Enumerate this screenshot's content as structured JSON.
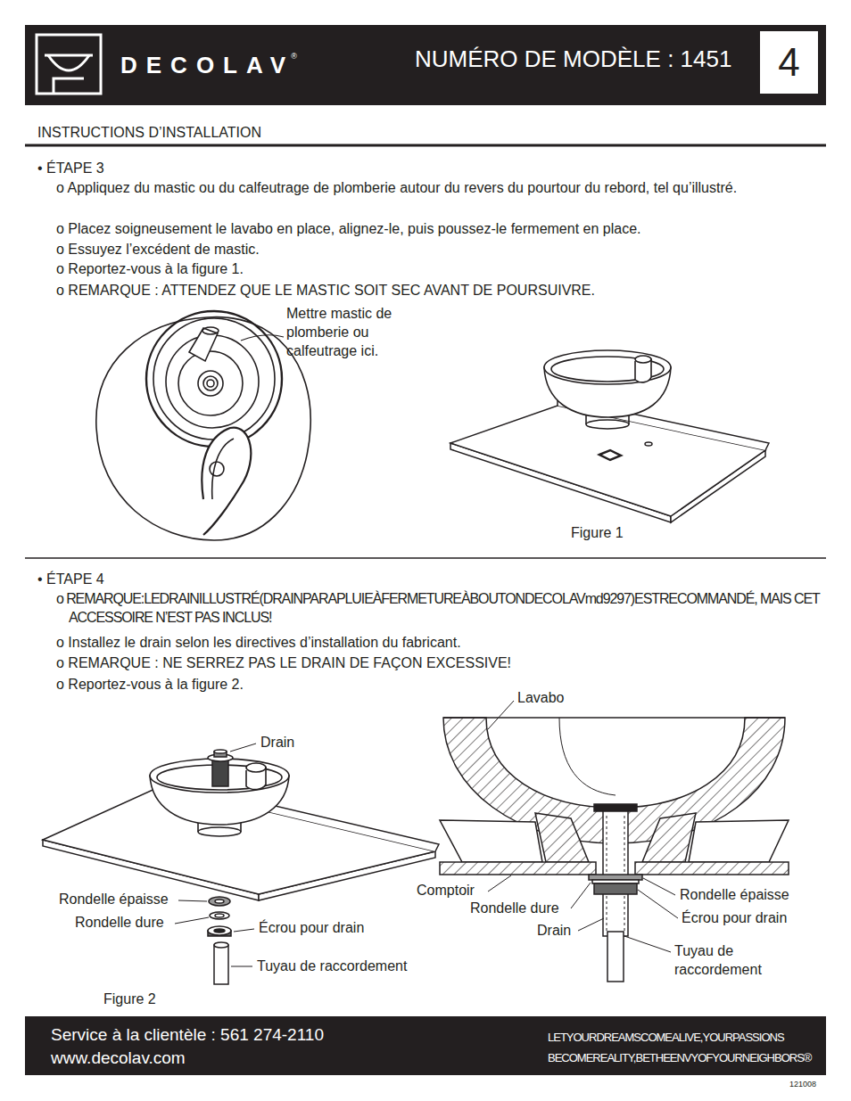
{
  "diagram": {
    "title": "NUMÉRO DE MODÈLE : 1451",
    "nodes": [
      {
        "text": [
          "DECOLAV",
          "®"
        ]
      },
      {
        "text": [
          "4"
        ],
        "in": 0
      },
      {
        "text": [
          "Service à la clientèle : 561 274-2110",
          "www.decolav.com",
          "LETYOURDREAMSCOMEALIVE,YOURPASSIONS BECOMEREALITY,BETHEENVYOFYOURNEIGHBORS®"
        ]
      }
    ],
    "labels": [
      "INSTRUCTIONS D’INSTALLATION",
      "• ÉTAPE 3",
      "o Appliquez du mastic ou du calfeutrage de plomberie autour du revers du pourtour du rebord, tel qu’illustré.",
      "o Placez soigneusement le lavabo en place, alignez-le, puis poussez-le fermement en place.",
      "o Essuyez l’excédent de mastic.",
      "o Reportez-vous à la figure 1.",
      "o REMARQUE : ATTENDEZ QUE LE MASTIC SOIT SEC AVANT DE POURSUIVRE.",
      "Mettre mastic de plomberie ou calfeutrage ici.",
      "Figure 1",
      "• ÉTAPE 4",
      "o REMARQUE:LEDRAINILLUSTRÉ(DRAINPARAPLUIEÀFERMETUREÀBOUTONDECOLAVmd9297)ESTRECOMMANDÉ, MAIS CET ACCESSOIRE N’EST PAS INCLUS!",
      "o Installez le drain selon les directives d’installation du fabricant.",
      "o REMARQUE : NE SERREZ PAS LE DRAIN DE FAÇON EXCESSIVE!",
      "o Reportez-vous à la figure 2.",
      "Drain",
      "Rondelle épaisse",
      "Rondelle dure",
      "Écrou pour drain",
      "Tuyau de raccordement",
      "Figure 2",
      "Lavabo",
      "Comptoir",
      "Rondelle dure",
      "Drain",
      "Rondelle épaisse",
      "Écrou pour drain",
      "Tuyau de raccordement",
      "121008"
    ]
  }
}
